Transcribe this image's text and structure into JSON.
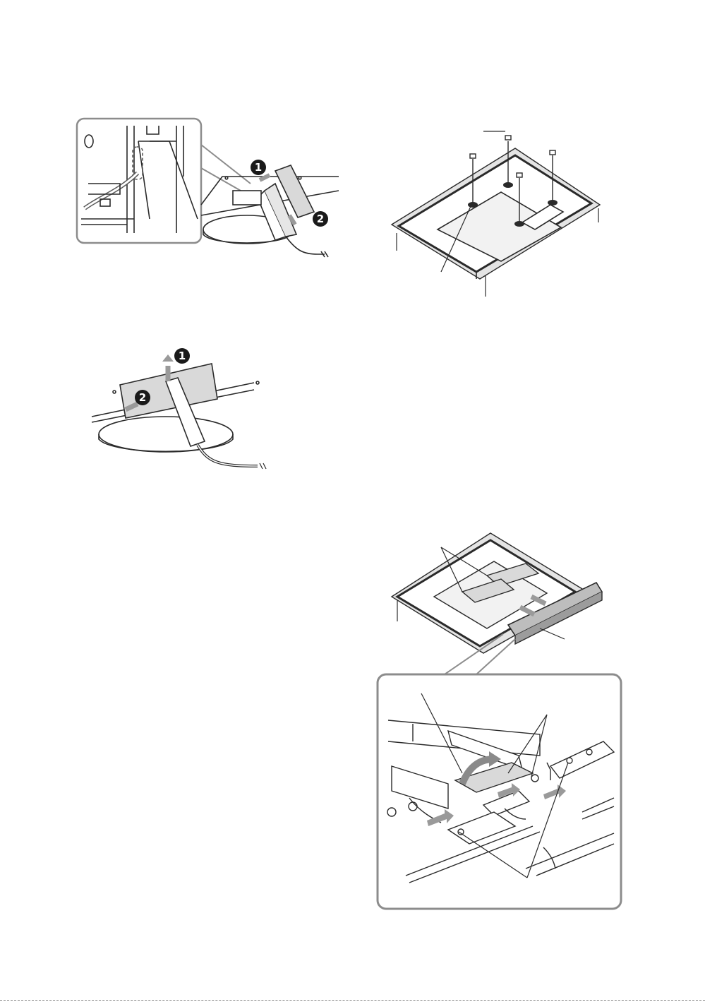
{
  "page": {
    "type": "manual-illustrations",
    "colors": {
      "line": "#2a2a2a",
      "frame": "#8c8c8c",
      "shade": "#d9d9d9",
      "dark": "#5a5a5a",
      "badge": "#1a1a1a"
    }
  },
  "figures": {
    "cable_cover_removal": {
      "steps": [
        "1",
        "2"
      ]
    },
    "rear_cover_removal": {
      "steps": [
        "1",
        "2"
      ]
    },
    "wall_mount_screws": {},
    "mounting_hooks": {}
  }
}
